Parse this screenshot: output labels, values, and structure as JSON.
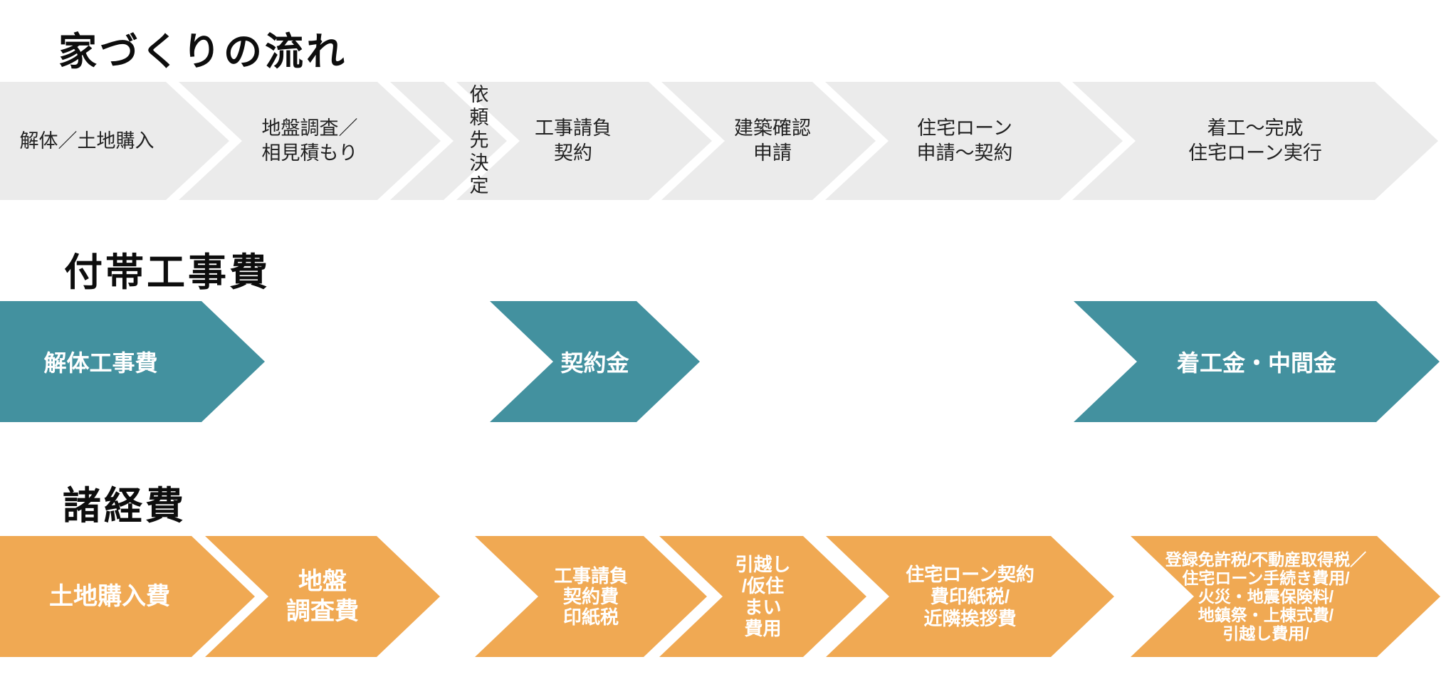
{
  "title": "家づくりの流れ",
  "colors": {
    "flow_band": "#ebebeb",
    "flow_text": "#222222",
    "teal": "#43919f",
    "orange": "#f0a953",
    "arrow_text": "#ffffff",
    "heading_text": "#0d0d0d"
  },
  "flow": {
    "steps": [
      {
        "lines": [
          "解体／土地購入"
        ]
      },
      {
        "lines": [
          "地盤調査／",
          "相見積もり"
        ]
      },
      {
        "lines": [
          "依頼先決定"
        ],
        "vertical": true
      },
      {
        "lines": [
          "工事請負",
          "契約"
        ]
      },
      {
        "lines": [
          "建築確認",
          "申請"
        ]
      },
      {
        "lines": [
          "住宅ローン",
          "申請～契約"
        ]
      },
      {
        "lines": [
          "着工～完成",
          "住宅ローン実行"
        ]
      }
    ]
  },
  "construction_costs": {
    "heading": "付帯工事費",
    "arrows": [
      {
        "label": "解体工事費"
      },
      {
        "label": "契約金"
      },
      {
        "label": "着工金・中間金"
      }
    ]
  },
  "misc_expenses": {
    "heading": "諸経費",
    "arrows": [
      {
        "lines": [
          "土地購入費"
        ]
      },
      {
        "lines": [
          "地盤",
          "調査費"
        ]
      },
      {
        "lines": [
          "工事請負",
          "契約費",
          "印紙税"
        ]
      },
      {
        "lines": [
          "引越し",
          "/仮住",
          "まい",
          "費用"
        ]
      },
      {
        "lines": [
          "住宅ローン契約",
          "費印紙税/",
          "近隣挨拶費"
        ]
      },
      {
        "lines": [
          "登録免許税/不動産取得税／",
          "住宅ローン手続き費用/",
          "火災・地震保険料/",
          "地鎮祭・上棟式費/",
          "引越し費用/"
        ]
      }
    ]
  }
}
